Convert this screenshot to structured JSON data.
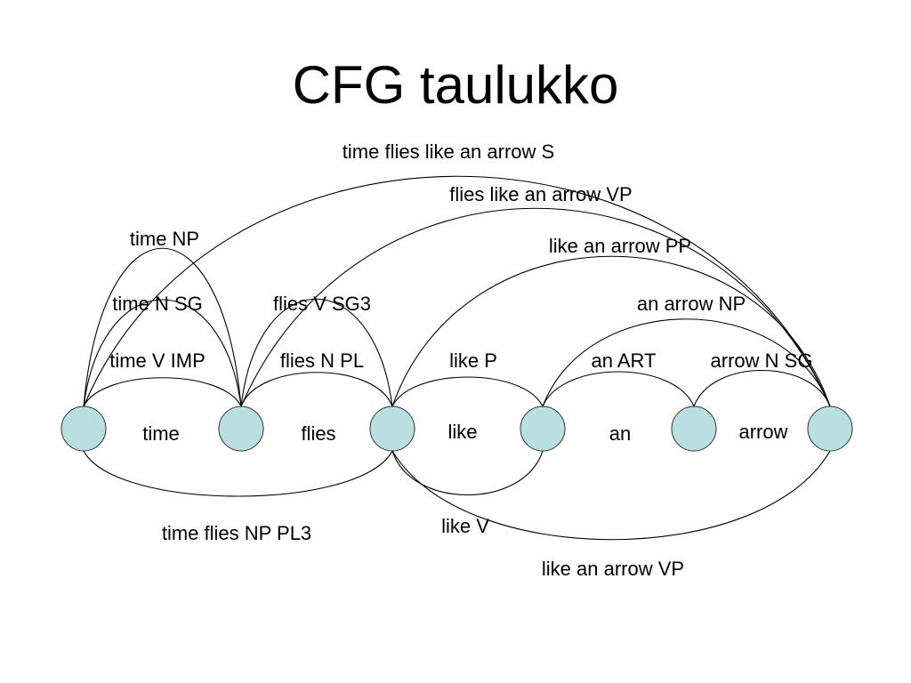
{
  "slide": {
    "title": "CFG taulukko"
  },
  "colors": {
    "node_fill": "#b9dfe0",
    "node_stroke": "#333333",
    "line": "#000000",
    "background": "#ffffff"
  },
  "nodes": [
    {
      "id": "n0"
    },
    {
      "id": "n1"
    },
    {
      "id": "n2"
    },
    {
      "id": "n3"
    },
    {
      "id": "n4"
    },
    {
      "id": "n5"
    },
    {
      "id": "n6"
    }
  ],
  "edges": [
    {
      "from": 0,
      "to": 1,
      "label": "time"
    },
    {
      "from": 1,
      "to": 2,
      "label": "flies"
    },
    {
      "from": 2,
      "to": 3,
      "label": "like"
    },
    {
      "from": 3,
      "to": 4,
      "label": "an"
    },
    {
      "from": 4,
      "to": 5,
      "label": "arrow"
    },
    {
      "from": 0,
      "to": 1,
      "label": "time V IMP"
    },
    {
      "from": 0,
      "to": 1,
      "label": "time N SG"
    },
    {
      "from": 0,
      "to": 1,
      "label": "time NP"
    },
    {
      "from": 1,
      "to": 2,
      "label": "flies N PL"
    },
    {
      "from": 1,
      "to": 2,
      "label": "flies V SG3"
    },
    {
      "from": 2,
      "to": 3,
      "label": "like P"
    },
    {
      "from": 3,
      "to": 4,
      "label": "an ART"
    },
    {
      "from": 4,
      "to": 5,
      "label": "arrow N SG"
    },
    {
      "from": 3,
      "to": 5,
      "label": "an arrow NP"
    },
    {
      "from": 2,
      "to": 5,
      "label": "like an arrow PP"
    },
    {
      "from": 1,
      "to": 5,
      "label": "flies like an arrow VP"
    },
    {
      "from": 0,
      "to": 5,
      "label": "time flies like an arrow S"
    },
    {
      "from": 0,
      "to": 2,
      "label": "time flies NP PL3"
    },
    {
      "from": 2,
      "to": 3,
      "label": "like V"
    },
    {
      "from": 2,
      "to": 5,
      "label": "like an arrow VP"
    }
  ]
}
